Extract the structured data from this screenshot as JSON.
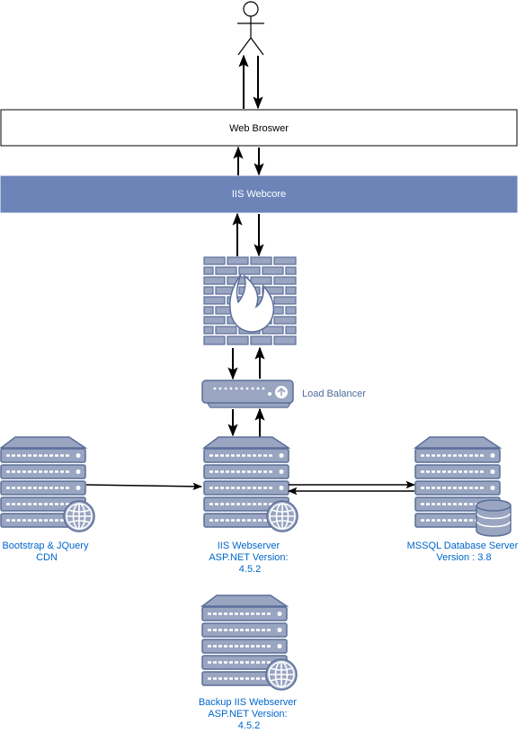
{
  "browser": {
    "label": "Web Broswer"
  },
  "webcore": {
    "label": "IIS Webcore"
  },
  "load_balancer": {
    "label": "Load Balancer"
  },
  "cdn": {
    "line1": "Bootstrap & JQuery",
    "line2": "CDN"
  },
  "webserver": {
    "line1": "IIS Webserver",
    "line2": "ASP.NET Version:",
    "line3": "4.5.2"
  },
  "database": {
    "line1": "MSSQL Database Server",
    "line2": "Version : 3.8"
  },
  "backup": {
    "line1": "Backup IIS Webserver",
    "line2": "ASP.NET Version:",
    "line3": "4.5.2"
  },
  "colors": {
    "bar": "#6C84B8",
    "server_fill": "#99A5C1",
    "server_stroke": "#5B6E99",
    "label_blue": "#0066CC",
    "lb_text": "#4D6B99"
  }
}
